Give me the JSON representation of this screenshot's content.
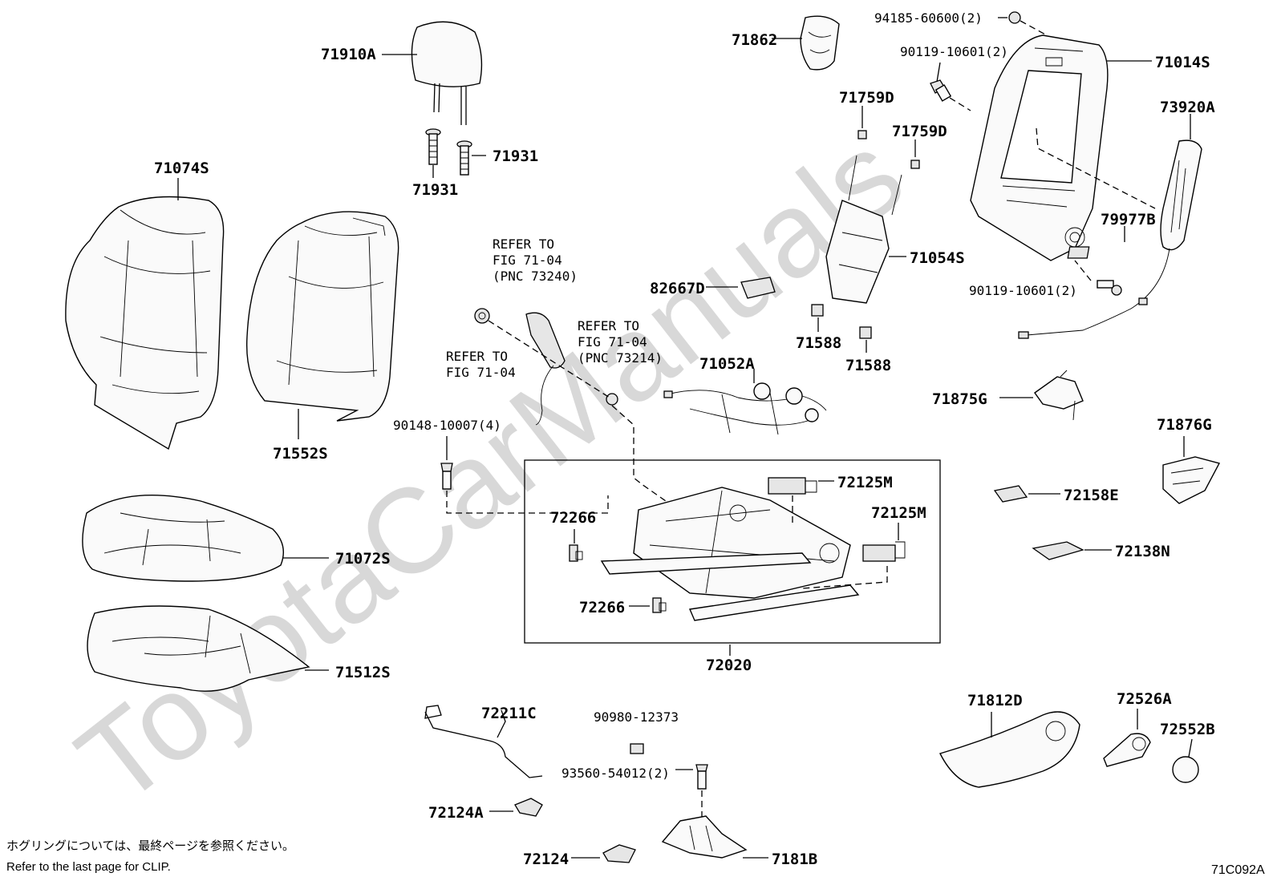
{
  "watermark": "ToyotaCarManuals",
  "labels": {
    "p71910A": "71910A",
    "p71931a": "71931",
    "p71931b": "71931",
    "p71074S": "71074S",
    "p71552S": "71552S",
    "p71072S": "71072S",
    "p71512S": "71512S",
    "p71862": "71862",
    "p94185": "94185-60600(2)",
    "p90119a": "90119-10601(2)",
    "p71014S": "71014S",
    "p73920A": "73920A",
    "p71759Da": "71759D",
    "p71759Db": "71759D",
    "p79977B": "79977B",
    "p71054S": "71054S",
    "p90119b": "90119-10601(2)",
    "p82667D": "82667D",
    "p71588a": "71588",
    "p71588b": "71588",
    "p71052A": "71052A",
    "p71875G": "71875G",
    "p71876G": "71876G",
    "p90148": "90148-10007(4)",
    "p72125Ma": "72125M",
    "p72125Mb": "72125M",
    "p72266a": "72266",
    "p72266b": "72266",
    "p72158E": "72158E",
    "p72138N": "72138N",
    "p72020": "72020",
    "p72211C": "72211C",
    "p90980": "90980-12373",
    "p93560": "93560-54012(2)",
    "p72124A": "72124A",
    "p72124": "72124",
    "p7181B": "7181B",
    "p71812D": "71812D",
    "p72526A": "72526A",
    "p72552B": "72552B"
  },
  "refs": {
    "ref1": [
      "REFER TO",
      "FIG 71-04",
      "(PNC 73240)"
    ],
    "ref2": [
      "REFER TO",
      "FIG 71-04",
      "(PNC 73214)"
    ],
    "ref3": [
      "REFER TO",
      "FIG 71-04"
    ]
  },
  "footer": {
    "note_jp": "ホグリングについては、最終ページを参照ください。",
    "note_en": "Refer to the last page for CLIP.",
    "code": "71C092A"
  }
}
